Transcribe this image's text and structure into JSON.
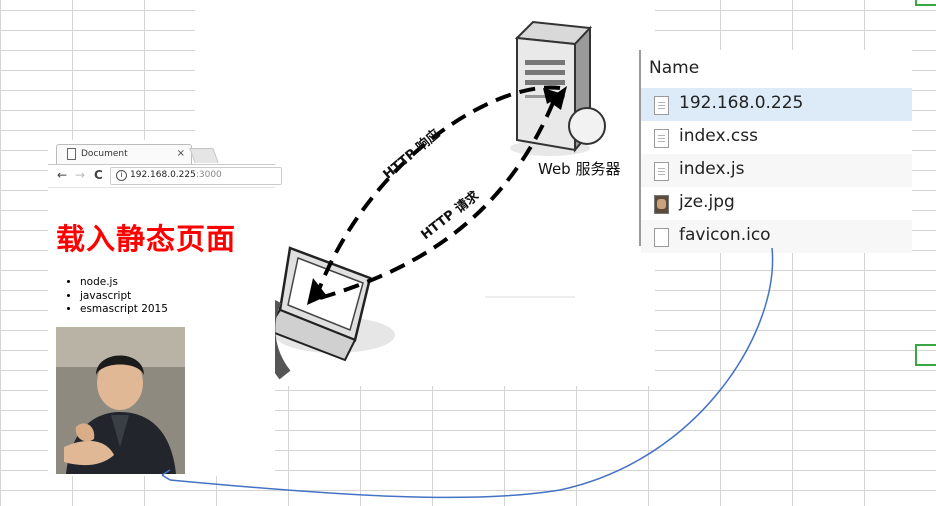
{
  "diagram": {
    "server_label": "Web 服务器",
    "request_label": "HTTP 请求",
    "response_label": "HTTP 响应"
  },
  "browser": {
    "tab_title": "Document",
    "tab_close": "×",
    "nav_back": "←",
    "nav_forward": "→",
    "nav_reload": "C",
    "url_host": "192.168.0.225",
    "url_port": ":3000",
    "info_icon": "i",
    "page_title": "载入静态页面",
    "list_items": [
      "node.js",
      "javascript",
      "esmascript 2015"
    ]
  },
  "network": {
    "header": "Name",
    "files": [
      {
        "name": "192.168.0.225",
        "icon": "doc-icon",
        "selected": true
      },
      {
        "name": "index.css",
        "icon": "doc-icon"
      },
      {
        "name": "index.js",
        "icon": "doc-icon"
      },
      {
        "name": "jze.jpg",
        "icon": "image-icon"
      },
      {
        "name": "favicon.ico",
        "icon": "blank-file-icon"
      }
    ]
  },
  "colors": {
    "title_red": "#ff0000",
    "arrow_blue": "#4472c4",
    "selection": "#ddebf9",
    "grid": "#d4d4d4",
    "excel_green": "#3aa642"
  }
}
